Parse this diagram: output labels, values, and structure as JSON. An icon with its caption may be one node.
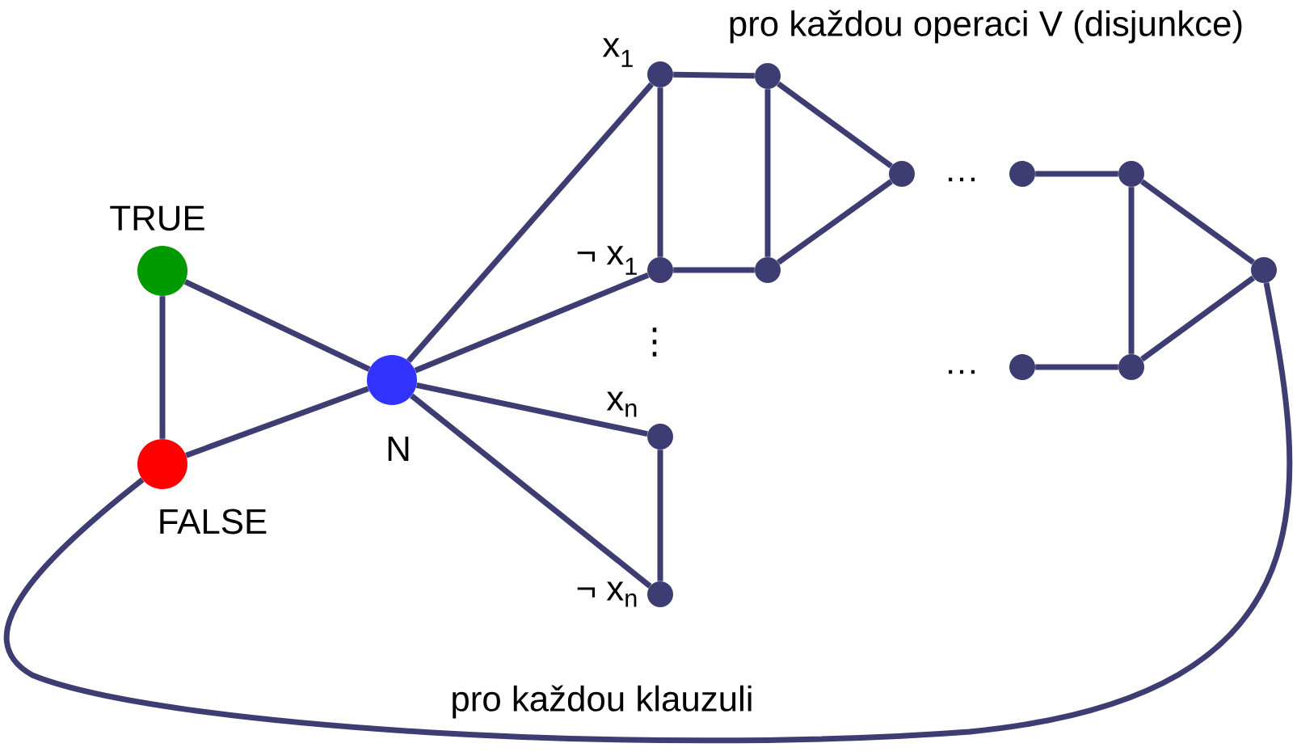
{
  "diagram": {
    "nodes": [
      {
        "text": [
          "TRUE"
        ]
      },
      {
        "text": [
          "FALSE"
        ]
      },
      {
        "text": [
          "N"
        ]
      },
      {
        "text": [
          "x$_{1}$"
        ]
      },
      {
        "text": [
          "¬ x$_{1}$"
        ]
      },
      {
        "text": [
          "x$_{n}$"
        ]
      },
      {
        "text": [
          "¬ x$_{n}$"
        ]
      },
      {
        "text": [],
        "shape": "circle"
      },
      {
        "text": [],
        "shape": "circle"
      },
      {
        "text": [],
        "shape": "circle"
      },
      {
        "text": [],
        "shape": "circle"
      },
      {
        "text": [],
        "shape": "circle"
      },
      {
        "text": [],
        "shape": "circle"
      },
      {
        "text": [],
        "shape": "circle"
      },
      {
        "text": [],
        "shape": "circle"
      }
    ],
    "edges": [
      {
        "from": 0,
        "to": 1,
        "arrow": "none"
      },
      {
        "from": 0,
        "to": 2,
        "arrow": "none"
      },
      {
        "from": 1,
        "to": 2,
        "arrow": "none"
      },
      {
        "from": 2,
        "to": 3,
        "arrow": "none"
      },
      {
        "from": 2,
        "to": 4,
        "arrow": "none"
      },
      {
        "from": 2,
        "to": 5,
        "arrow": "none"
      },
      {
        "from": 2,
        "to": 6,
        "arrow": "none"
      },
      {
        "from": 3,
        "to": 4,
        "arrow": "none"
      },
      {
        "from": 5,
        "to": 6,
        "arrow": "none"
      },
      {
        "from": 3,
        "to": 7,
        "arrow": "none"
      },
      {
        "from": 4,
        "to": 8,
        "arrow": "none"
      },
      {
        "from": 7,
        "to": 8,
        "arrow": "none"
      },
      {
        "from": 7,
        "to": 9,
        "arrow": "none"
      },
      {
        "from": 8,
        "to": 9,
        "arrow": "none"
      },
      {
        "from": 10,
        "to": 11,
        "arrow": "none"
      },
      {
        "from": 12,
        "to": 13,
        "arrow": "none"
      },
      {
        "from": 11,
        "to": 13,
        "arrow": "none"
      },
      {
        "from": 11,
        "to": 14,
        "arrow": "none"
      },
      {
        "from": 13,
        "to": 14,
        "arrow": "none"
      },
      {
        "from": 14,
        "to": 1,
        "arrow": "none",
        "label": "pro každou klauzuli"
      }
    ],
    "labels": [
      "pro každou operaci V (disjunkce)",
      "…",
      "⋮",
      "…"
    ]
  }
}
